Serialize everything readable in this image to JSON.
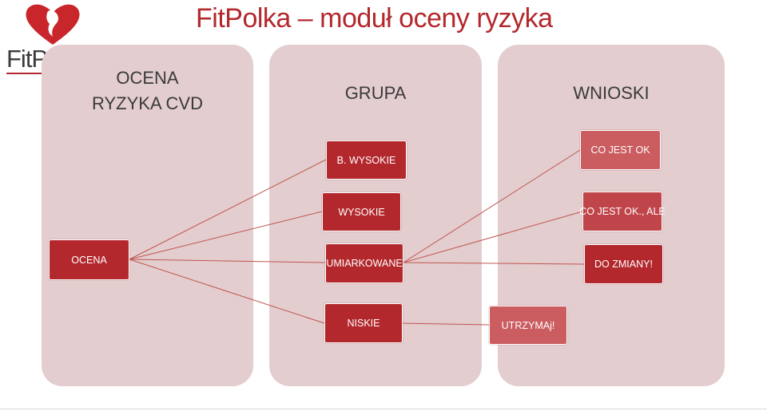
{
  "title": "FitPolka – moduł oceny ryzyka",
  "logo": {
    "text": "FitPolka"
  },
  "columns": [
    {
      "heading_line1": "OCENA",
      "heading_line2": "RYZYKA CVD"
    },
    {
      "heading": "GRUPA"
    },
    {
      "heading": "WNIOSKI"
    }
  ],
  "nodes": {
    "ocena": "OCENA",
    "b_wysokie": "B. WYSOKIE",
    "wysokie": "WYSOKIE",
    "umiarkowane": "UMIARKOWANE",
    "niskie": "NISKIE",
    "co_jest_ok": "CO JEST OK",
    "co_jest_ok_ale": "CO JEST OK., ALE",
    "do_zmiany": "DO ZMIANY!",
    "utrzymaj": "UTRZYMAj!"
  },
  "colors": {
    "title": "#b3282d",
    "column_bg": "#e3cdcf",
    "node_dark": "#b3282d",
    "node_mid": "#c0454a",
    "node_light": "#cb5c60",
    "connector": "#c0554f"
  }
}
